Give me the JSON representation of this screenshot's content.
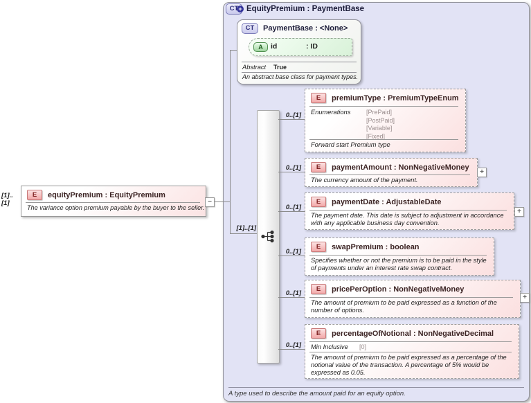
{
  "icons": {
    "element_badge": "E",
    "complex_type_badge": "CT",
    "attribute_badge": "A",
    "expand_glyph": "+",
    "collapse_glyph": "−"
  },
  "source_element": {
    "cardinality": "[1]..[1]",
    "label": "equityPremium : EquityPremium",
    "description": "The variance option premium payable by the buyer to the seller."
  },
  "complex_type": {
    "title": "EquityPremium : PaymentBase",
    "compositor_cardinality": "[1]..[1]",
    "footer_annotation": "A type used to describe the amount paid for an equity option.",
    "base_type": {
      "title": "PaymentBase : <None>",
      "attribute_name": "id",
      "attribute_type": ": ID",
      "abstract_label": "Abstract",
      "abstract_value": "True",
      "description": "An abstract base class for payment types."
    },
    "children": [
      {
        "cardinality": "0..[1]",
        "label": "premiumType : PremiumTypeEnum",
        "enumerations_label": "Enumerations",
        "enumerations": [
          "[PrePaid]",
          "[PostPaid]",
          "[Variable]",
          "[Fixed]"
        ],
        "description": "Forward start Premium type"
      },
      {
        "cardinality": "0..[1]",
        "label": "paymentAmount : NonNegativeMoney",
        "description": "The currency amount of the payment."
      },
      {
        "cardinality": "0..[1]",
        "label": "paymentDate : AdjustableDate",
        "description": "The payment date. This date is subject to adjustment in accordance with any applicable business day convention."
      },
      {
        "cardinality": "0..[1]",
        "label": "swapPremium : boolean",
        "description": "Specifies whether or not the premium is to be paid in the style of payments under an interest rate swap contract."
      },
      {
        "cardinality": "0..[1]",
        "label": "pricePerOption : NonNegativeMoney",
        "description": "The amount of premium to be paid expressed as a function of the number of options."
      },
      {
        "cardinality": "0..[1]",
        "label": "percentageOfNotional : NonNegativeDecimal",
        "facet_label": "Min Inclusive",
        "facet_value": "[0]",
        "description": "The amount of premium to be paid expressed as a percentage of the notional value of the transaction. A percentage of 5% would be expressed as 0.05."
      }
    ]
  }
}
